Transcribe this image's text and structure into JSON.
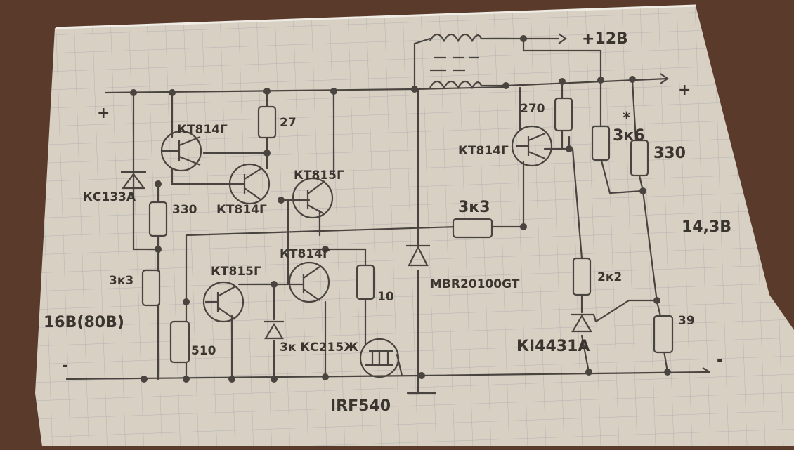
{
  "title": "Hand-drawn switching power supply schematic",
  "colors": {
    "table": "#5a3a2a",
    "paper": "#d9d2c4",
    "grid": "#b9b7b8",
    "pencil": "#4a4440"
  },
  "labels": {
    "plus_in": "+",
    "minus_in": "-",
    "input_voltage": "16В(80В)",
    "zener_left": "КС133А",
    "q1": "КТ814Г",
    "q2": "КТ814Г",
    "q3": "КТ815Г",
    "r_27": "27",
    "r_330_left": "330",
    "r_3k3_left": "3к3",
    "q_drive": "КТ815Г",
    "q_mid": "КТ814Г",
    "r_510": "510",
    "zener_mid": "3к КС215Ж",
    "r_10": "10",
    "mosfet": "IRF540",
    "diode": "MBR20100GT",
    "r_3k3_fb": "3к3",
    "q_right": "КТ814Г",
    "r_270": "270",
    "r_3k6": "3к6",
    "r_3k6_star": "*",
    "r_330_right": "330",
    "out_12v": "+12В",
    "out_plus": "+",
    "out_minus": "-",
    "out_voltage": "14,3В",
    "r_2k2": "2к2",
    "tl431": "КІ4431А",
    "r_39": "39"
  }
}
